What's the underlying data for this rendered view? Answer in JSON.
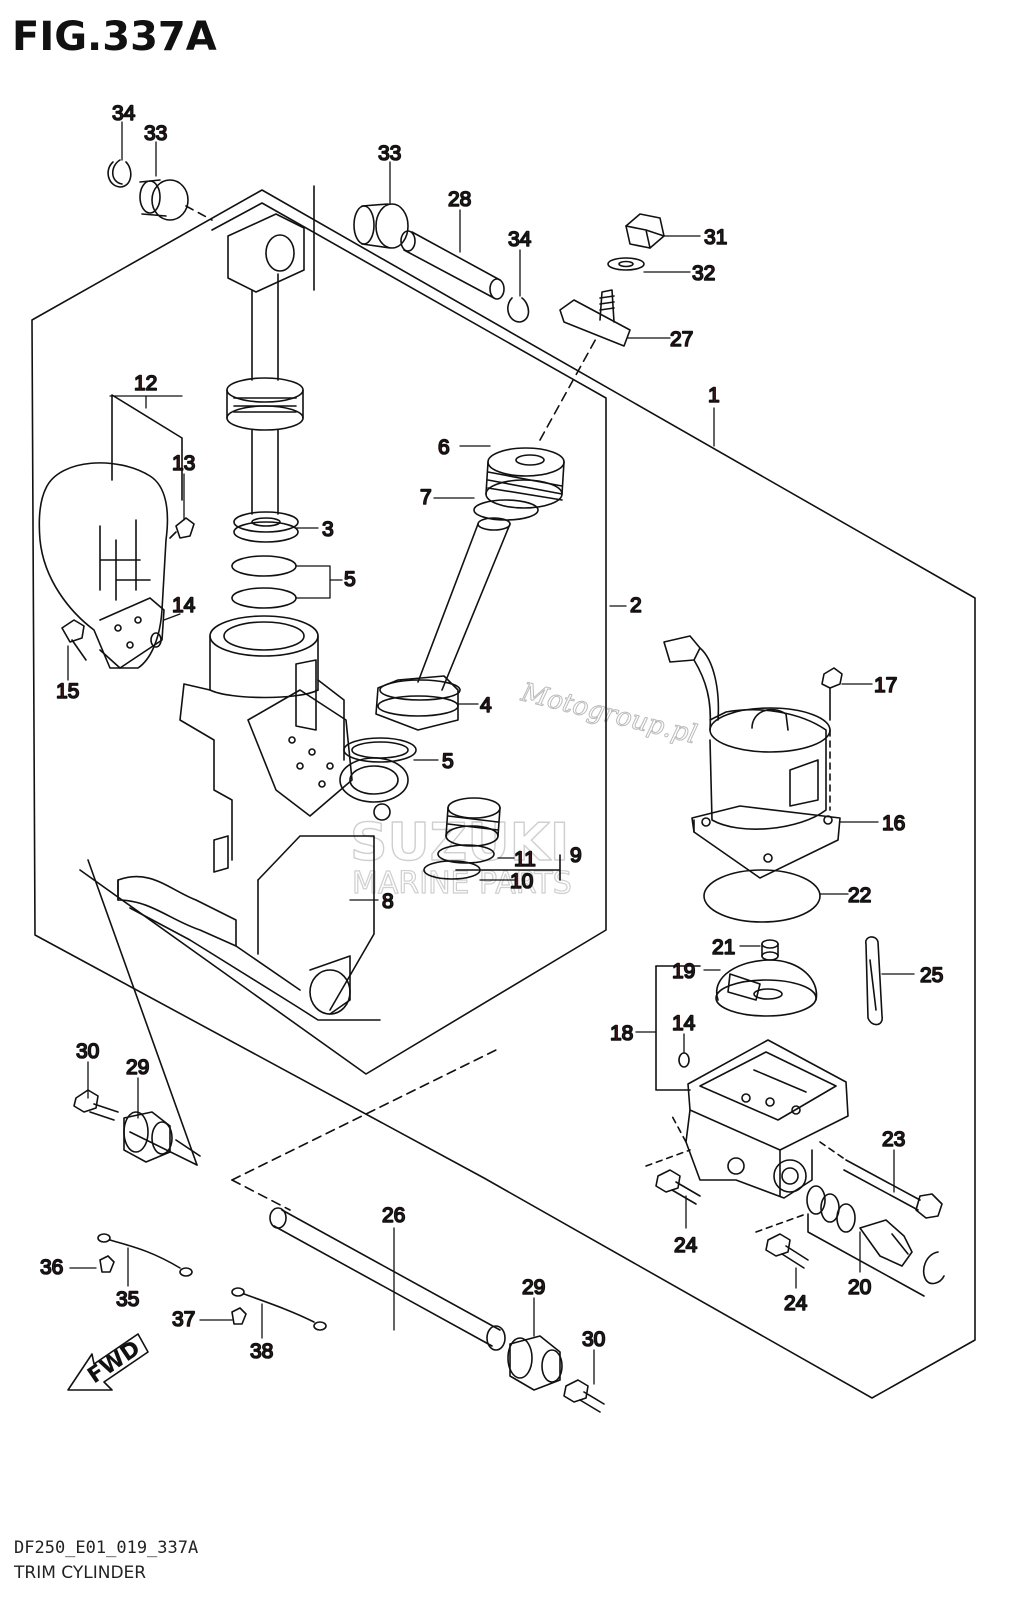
{
  "figure": {
    "title": "FIG.337A",
    "code": "DF250_E01_019_337A",
    "caption": "TRIM CYLINDER",
    "fwd_label": "FWD"
  },
  "watermarks": {
    "motogroup": "Motogroup.pl",
    "brand": "SUZUKI",
    "marine": "MARINE PARTS"
  },
  "callouts": [
    "34",
    "33",
    "33",
    "28",
    "34",
    "31",
    "32",
    "27",
    "1",
    "12",
    "13",
    "6",
    "7",
    "3",
    "5",
    "14",
    "15",
    "2",
    "17",
    "4",
    "5",
    "16",
    "9",
    "11",
    "10",
    "8",
    "22",
    "21",
    "25",
    "19",
    "18",
    "14",
    "30",
    "29",
    "23",
    "24",
    "24",
    "20",
    "26",
    "36",
    "35",
    "37",
    "38",
    "29",
    "30"
  ],
  "colors": {
    "callout": "#a01f1f",
    "line": "#111111"
  }
}
